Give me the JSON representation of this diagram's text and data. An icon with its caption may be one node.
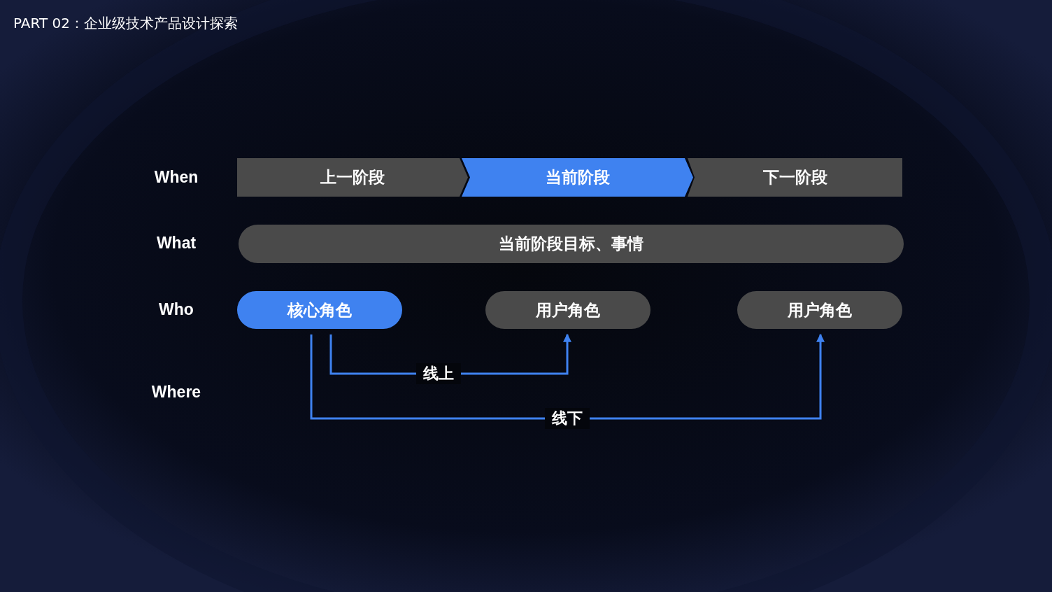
{
  "diagram": {
    "title": "PART 02：企业级技术产品设计探索",
    "nodes": [
      {
        "text": [
          "上一阶段"
        ]
      },
      {
        "text": [
          "当前阶段"
        ]
      },
      {
        "text": [
          "下一阶段"
        ]
      },
      {
        "text": [
          "当前阶段目标、事情"
        ]
      },
      {
        "text": [
          "核心角色"
        ]
      },
      {
        "text": [
          "用户角色"
        ]
      },
      {
        "text": [
          "用户角色"
        ]
      }
    ],
    "edges": [
      {
        "from": 4,
        "to": 5,
        "arrow": "to",
        "label": "线上"
      },
      {
        "from": 4,
        "to": 6,
        "arrow": "to",
        "label": "线下"
      }
    ],
    "labels": [
      "When",
      "What",
      "Who",
      "Where"
    ]
  }
}
